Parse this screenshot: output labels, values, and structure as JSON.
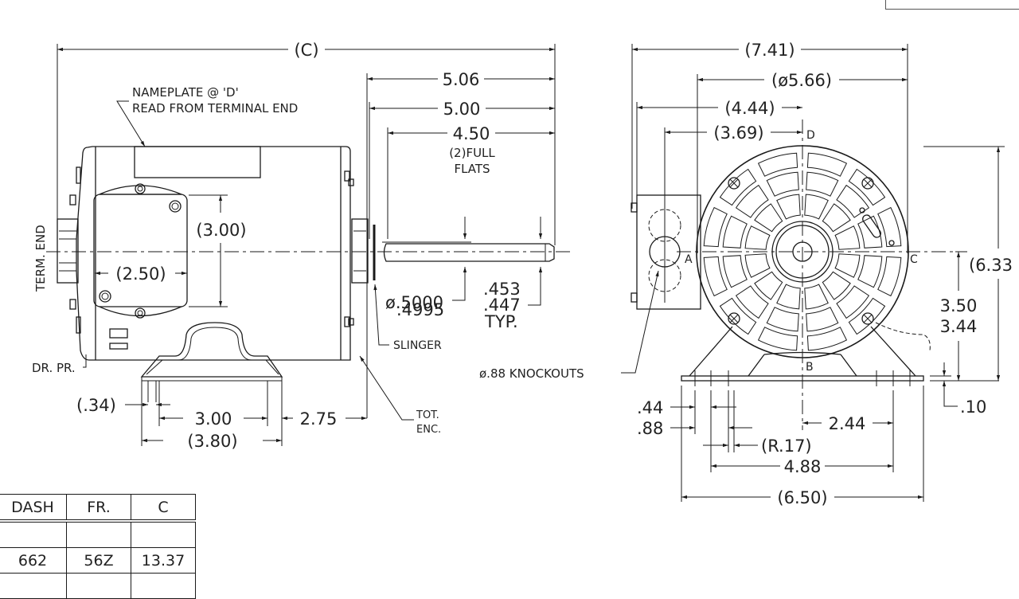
{
  "drawing": {
    "side_view": {
      "overall_length": "(C)",
      "nameplate_note": [
        "NAMEPLATE @ 'D'",
        "READ FROM TERMINAL END"
      ],
      "term_end_label": "TERM. END",
      "dr_pr_label": "DR. PR.",
      "shaft_dims": {
        "d1": "5.06",
        "d2": "5.00",
        "d3": "4.50",
        "flats_note": [
          "(2)FULL",
          "FLATS"
        ]
      },
      "conduit_box_height": "(3.00)",
      "conduit_box_width": "(2.50)",
      "shaft_diameter": [
        "ø.5000",
        ".4995"
      ],
      "flat_dim": [
        ".453",
        ".447",
        "TYP."
      ],
      "slinger_label": "SLINGER",
      "tot_enc_label": [
        "TOT.",
        "ENC."
      ],
      "base_dims": {
        "slot": "(.34)",
        "hole_spacing": "3.00",
        "base_length": "(3.80)",
        "shaft_to_hole": "2.75"
      }
    },
    "end_view": {
      "overall_width": "(7.41)",
      "frame_diameter": "(ø5.66)",
      "box_to_center": "(4.44)",
      "box_to_center_2": "(3.69)",
      "overall_height": "(6.33",
      "shaft_height": [
        "3.50",
        "3.44"
      ],
      "base_thickness": ".10",
      "knockouts_label": "ø.88 KNOCKOUTS",
      "slot_dims": [
        ".44",
        ".88"
      ],
      "slot_radius": "(R.17)",
      "center_to_hole": "2.44",
      "hole_spacing": "4.88",
      "base_width": "(6.50)",
      "position_labels": {
        "a": "A",
        "b": "B",
        "c": "C",
        "d": "D"
      }
    }
  },
  "table": {
    "headers": [
      "DASH",
      "FR.",
      "C"
    ],
    "rows": [
      [
        "",
        "",
        ""
      ],
      [
        "662",
        "56Z",
        "13.37"
      ],
      [
        "",
        "",
        ""
      ]
    ]
  }
}
